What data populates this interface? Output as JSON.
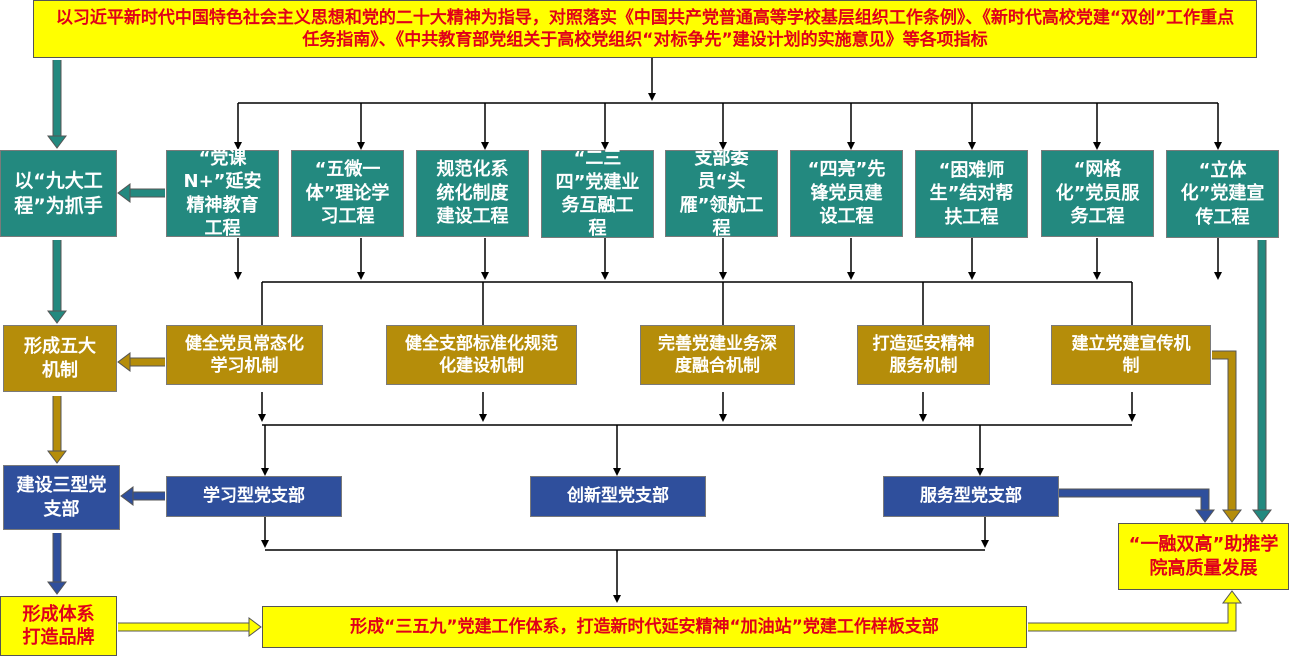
{
  "header": "以习近平新时代中国特色社会主义思想和党的二十大精神为指导，对照落实《中国共产党普通高等学校基层组织工作条例》、《新时代高校党建“双创”工作重点任务指南》、《中共教育部党组关于高校党组织“对标争先”建设计划的实施意见》等各项指标",
  "left_column": [
    "以“九大工程”为抓手",
    "形成五大机制",
    "建设三型党支部",
    "形成体系打造品牌"
  ],
  "projects": [
    "“党课N+”延安精神教育工程",
    "“五微一体”理论学习工程",
    "规范化系统化制度建设工程",
    "“二三四”党建业务互融工程",
    "支部委员“头雁”领航工程",
    "“四亮”先锋党员建设工程",
    "“困难师生”结对帮扶工程",
    "“网格化”党员服务工程",
    "“立体化”党建宣传工程"
  ],
  "mechanisms": [
    "健全党员常态化学习机制",
    "健全支部标准化规范化建设机制",
    "完善党建业务深度融合机制",
    "打造延安精神服务机制",
    "建立党建宣传机制"
  ],
  "branches": [
    "学习型党支部",
    "创新型党支部",
    "服务型党支部"
  ],
  "system": "形成“三五九”党建工作体系，打造新时代延安精神“加油站”党建工作样板支部",
  "goal": "“一融双高”助推学院高质量发展",
  "colors": {
    "teal": "#23897f",
    "gold": "#b58d0a",
    "blue": "#2f4f9c",
    "yellow": "#ffff00",
    "red_text": "#e0001a"
  }
}
